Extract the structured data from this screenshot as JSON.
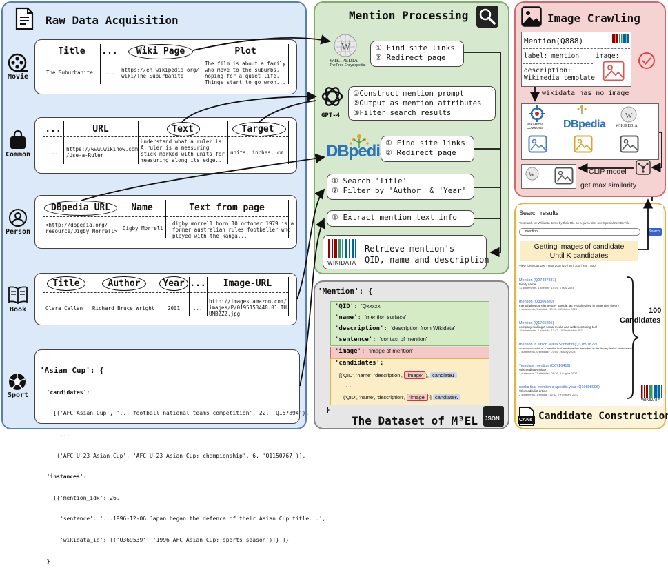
{
  "panels": {
    "raw_title": "Raw Data Acquisition",
    "mention_title": "Mention Processing",
    "image_title": "Image Crawling",
    "dataset_title": "The Dataset of M³EL",
    "candidate_title": "Candidate Construction"
  },
  "categories": [
    "Movie",
    "Common",
    "Person",
    "Book",
    "Sport"
  ],
  "movie": {
    "headers": [
      "Title",
      "...",
      "Wiki Page",
      "Plot"
    ],
    "cells": [
      "The Suburbanite",
      "...",
      "https://en.wikipedia.org/\nwiki/The_Suburbanite",
      "The film is about a family\nwho move to the suburbs,\nhoping for a quiet life.\nThings start to go wron..."
    ]
  },
  "common": {
    "headers": [
      "...",
      "URL",
      "Text",
      "Target"
    ],
    "cells": [
      "...",
      "https://www.wikihow.com\n/Use-a-Ruler",
      "Understand what a ruler is.\nA ruler is a measuring\nstick marked with units for\nmeasuring along its edge...",
      "units, inches, cm"
    ]
  },
  "person": {
    "headers": [
      "DBpedia URL",
      "Name",
      "Text from page"
    ],
    "cells": [
      "<http://dbpedia.org/\nresource/Digby_Morrell>",
      "Digby Morrell",
      "digby morrell born 10 october 1979 is a\nformer australian rules footballer who\nplayed with the kanga..."
    ]
  },
  "book": {
    "headers": [
      "Title",
      "Author",
      "Year",
      "...",
      "Image-URL"
    ],
    "cells": [
      "Clara Callan",
      "Richard Bruce Wright",
      "2001",
      "...",
      "http://images.amazon.com/\nimages/P/0195153448.01.TH\nUMBZZZ.jpg"
    ]
  },
  "sport": {
    "lines": [
      "'Asian Cup': {",
      "  'candidates':",
      "    [('AFC Asian Cup', '... football national teams competition', 22, 'Q157894'),",
      "      ...",
      "     ('AFC U-23 Asian Cup', 'AFC U-23 Asian Cup: championship', 6, 'Q1150767')],",
      "  'instances':",
      "    [{'mention_idx': 26,",
      "      'sentence': '...1996-12-06 Japan began the defence of their Asian Cup title...',",
      "      'wikidata_id': [('Q369539', '1996 AFC Asian Cup: sports season')]} ]}",
      "  }"
    ]
  },
  "mention": {
    "wiki_logo": "WIKIPEDIA",
    "wiki_sub": "The Free Encyclopedia",
    "gpt_label": "GPT-4",
    "dbpedia_label": "DBpedia",
    "wikidata_label": "WIKIDATA",
    "box_wiki": "① Find site links\n② Redirect page",
    "box_gpt": "①Construct mention prompt\n②Output as mention attributes\n③Filter search results",
    "box_dbpedia": "① Find site links\n② Redirect page",
    "box_book": "① Search 'Title'\n② Filter by 'Author' & 'Year'",
    "box_extract": "① Extract mention text info",
    "box_wikidata": "Retrieve mention's\nQID, name and description"
  },
  "image": {
    "card_title": "Mention(Q888)",
    "label_line": "label: mention",
    "image_label": "image:",
    "desc_line1": "description:",
    "desc_line2": "Wikimedia template",
    "no_image": "wikidata has no image",
    "commons": "WIKIMEDIA\nCOMMONS",
    "dbpedia": "DBpedia",
    "wikipedia": "WIKIPEDIA",
    "clip": "CLIP model",
    "max_sim": "get max similarity"
  },
  "dataset": {
    "head": "'Mention': {",
    "rows": [
      {
        "key": "'QID'",
        "val": "'Qxxxxx'"
      },
      {
        "key": "'name'",
        "val": "'mention surface'"
      },
      {
        "key": "'description'",
        "val": "'description from Wikidata'"
      },
      {
        "key": "'sentence'",
        "val": "'context of mention'"
      }
    ],
    "image_key": "'image'",
    "image_val": "'image of mention'",
    "cand_key": "'candidates':",
    "cand_row1": "[('QID', 'name', 'description',",
    "cand_img": "'image'",
    "cand_id1": "candiate1",
    "cand_dots": "...",
    "cand_row2": "('QID', 'name', 'description',",
    "cand_idk": "candiateK",
    "close": "}",
    "json_label": "JSON"
  },
  "candidate": {
    "search_results": "Search results",
    "search_hint": "To search for Wikidata items by their title on a given site, use Special:ItemByTitle.",
    "query": "mention",
    "search_btn": "Search",
    "getting": "Getting images of candidate\nUntil K candidates",
    "count_line": "View (previous 100 | next 100) (20 | 50 | 100 | 250 | 500)",
    "results": [
      {
        "title": "Mention (Q27487881)",
        "desc": "family name",
        "meta": "12 statements, 1 sitelink · 15:55, 6 May 2024"
      },
      {
        "title": "mention (Q3306380)",
        "desc": "mental physical elementary particle, as hypothesized in a mention theory",
        "meta": "4 statements, 1 sitelink · 10:08, 4 October 2023"
      },
      {
        "title": "Mention (Q1765895)",
        "desc": "company making a social media and web monitoring tool",
        "meta": "19 statements, 1 sitelink · 17:42, 10 September 2021"
      },
      {
        "title": "mention in which Mafia Scotland (Q31891822)",
        "desc": "an account which of a mention that mentioned as described in the literary trial of another work",
        "meta": "7 statements, 0 sitelinks · 07:50, 26 May 2024"
      },
      {
        "title": "Template:mention (Q6716416)",
        "desc": "Wikimedia template",
        "meta": "1 statement, 27 sitelinks · 08:16, 3 August 2024"
      },
      {
        "title": "works that mention a specific year (Q10898096)",
        "desc": "Wikimedia list article",
        "meta": "2 statements, 1 sitelink · 16:32, 7 February 2022"
      }
    ],
    "hundred": "100",
    "candidates_word": "Candidates",
    "wikidata_small": "WIKIDATA",
    "cans_label": "CANs"
  },
  "colors": {
    "raw_bg": "#dce9f8",
    "raw_border": "#5b7fb3",
    "mention_bg": "#d6e9cf",
    "mention_border": "#7fae6a",
    "image_bg": "#f6d3d3",
    "image_border": "#cc6b6b",
    "dataset_bg": "#e6e6e6",
    "dataset_border": "#888888",
    "cand_bg": "#fdf3d8",
    "cand_border": "#e0b64a"
  }
}
